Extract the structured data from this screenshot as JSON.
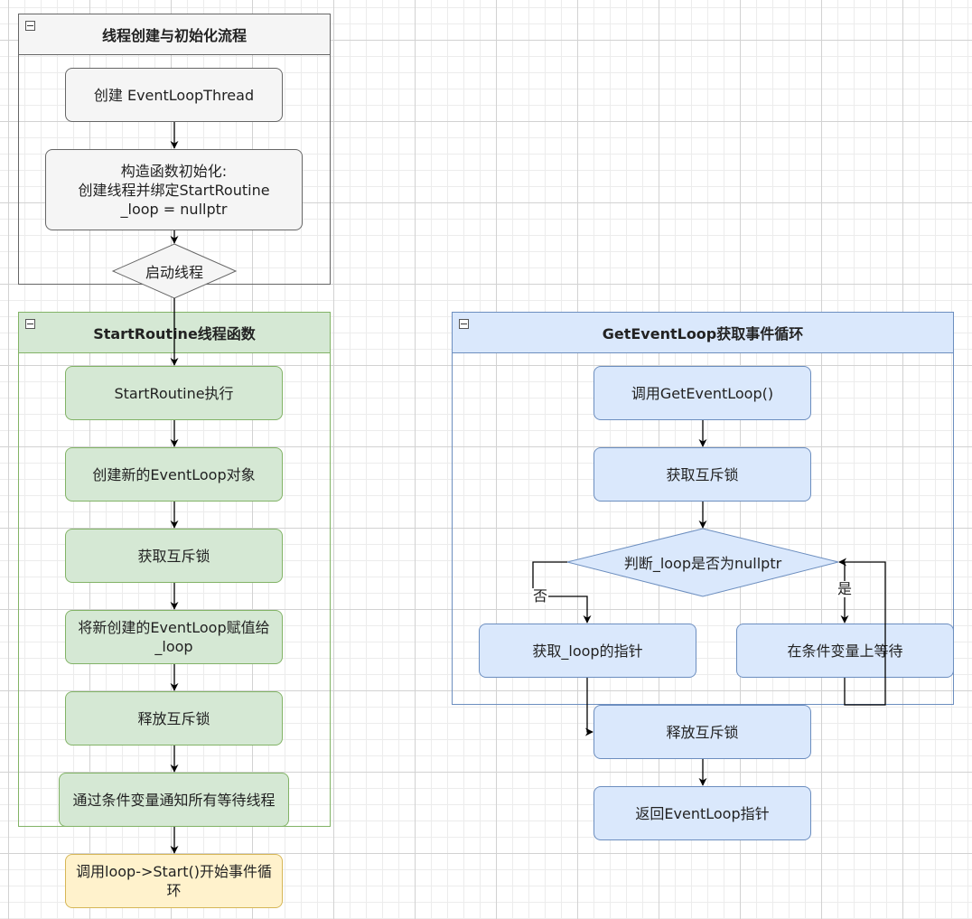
{
  "lanes": {
    "init": {
      "title": "线程创建与初始化流程"
    },
    "routine": {
      "title": "StartRoutine线程函数"
    },
    "getloop": {
      "title": "GetEventLoop获取事件循环"
    }
  },
  "nodes": {
    "create_thread": "创建 EventLoopThread",
    "constructor_l1": "构造函数初始化:",
    "constructor_l2": "创建线程并绑定StartRoutine",
    "constructor_l3": "_loop = nullptr",
    "start_thread": "启动线程",
    "routine_exec": "StartRoutine执行",
    "create_eventloop": "创建新的EventLoop对象",
    "routine_lock": "获取互斥锁",
    "assign_l1": "将新创建的EventLoop赋值给",
    "assign_l2": "_loop",
    "routine_unlock": "释放互斥锁",
    "notify_all": "通过条件变量通知所有等待线程",
    "loop_start_l1": "调用loop->Start()开始事件循",
    "loop_start_l2": "环",
    "call_getloop": "调用GetEventLoop()",
    "get_lock": "获取互斥锁",
    "check_null": "判断_loop是否为nullptr",
    "get_pointer": "获取_loop的指针",
    "cond_wait": "在条件变量上等待",
    "release_lock": "释放互斥锁",
    "return_pointer": "返回EventLoop指针"
  },
  "edges": {
    "no_label": "否",
    "yes_label": "是"
  },
  "colors": {
    "gray_fill": "#f5f5f5",
    "gray_stroke": "#666666",
    "green_fill": "#d5e8d4",
    "green_stroke": "#82b366",
    "blue_fill": "#dae8fc",
    "blue_stroke": "#6c8ebf",
    "yellow_fill": "#fff2cc",
    "yellow_stroke": "#d6b656"
  }
}
